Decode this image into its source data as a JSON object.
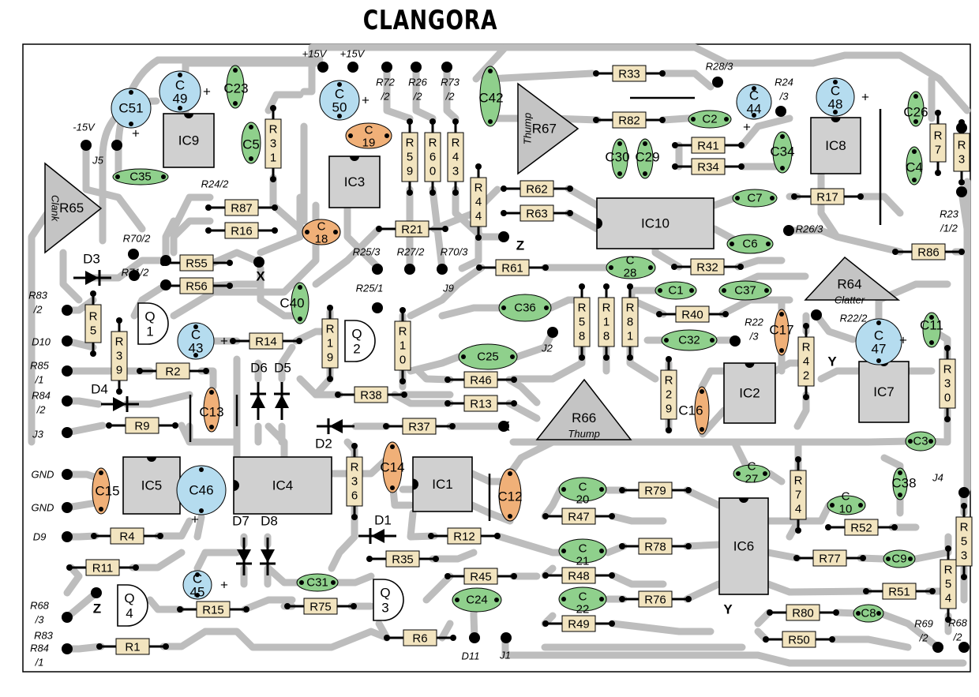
{
  "title": "CLANGORA",
  "colors": {
    "trace": "#bdbdbd",
    "outline": "#000000",
    "resistor_body": "#f2e4bf",
    "ceramic_cap": "#8fd08c",
    "tantalum_cap": "#f0b078",
    "electrolytic_cap": "#b5dcef",
    "ic_body": "#d0d0d0",
    "trimmer": "#c4c4c4"
  },
  "resistors": [
    {
      "name": "R1",
      "label": "R1",
      "orient": "h"
    },
    {
      "name": "R2",
      "label": "R2",
      "orient": "h"
    },
    {
      "name": "R3",
      "label": "R3",
      "orient": "v"
    },
    {
      "name": "R4",
      "label": "R4",
      "orient": "h"
    },
    {
      "name": "R5",
      "label": "R5",
      "orient": "v"
    },
    {
      "name": "R6",
      "label": "R6",
      "orient": "h"
    },
    {
      "name": "R7",
      "label": "R7",
      "orient": "v"
    },
    {
      "name": "R9",
      "label": "R9",
      "orient": "h"
    },
    {
      "name": "R10",
      "label": "R10",
      "orient": "v"
    },
    {
      "name": "R11",
      "label": "R11",
      "orient": "h"
    },
    {
      "name": "R12",
      "label": "R12",
      "orient": "h"
    },
    {
      "name": "R13",
      "label": "R13",
      "orient": "h"
    },
    {
      "name": "R14",
      "label": "R14",
      "orient": "h"
    },
    {
      "name": "R15",
      "label": "R15",
      "orient": "h"
    },
    {
      "name": "R16",
      "label": "R16",
      "orient": "h"
    },
    {
      "name": "R17",
      "label": "R17",
      "orient": "h"
    },
    {
      "name": "R18",
      "label": "R18",
      "orient": "v"
    },
    {
      "name": "R19",
      "label": "R19",
      "orient": "v"
    },
    {
      "name": "R21",
      "label": "R21",
      "orient": "h"
    },
    {
      "name": "R29",
      "label": "R29",
      "orient": "v"
    },
    {
      "name": "R30",
      "label": "R30",
      "orient": "v"
    },
    {
      "name": "R31",
      "label": "R31",
      "orient": "v"
    },
    {
      "name": "R32",
      "label": "R32",
      "orient": "h"
    },
    {
      "name": "R33",
      "label": "R33",
      "orient": "h"
    },
    {
      "name": "R34",
      "label": "R34",
      "orient": "h"
    },
    {
      "name": "R35",
      "label": "R35",
      "orient": "h"
    },
    {
      "name": "R36",
      "label": "R36",
      "orient": "v"
    },
    {
      "name": "R37",
      "label": "R37",
      "orient": "h"
    },
    {
      "name": "R38",
      "label": "R38",
      "orient": "h"
    },
    {
      "name": "R39",
      "label": "R39",
      "orient": "v"
    },
    {
      "name": "R40",
      "label": "R40",
      "orient": "h"
    },
    {
      "name": "R41",
      "label": "R41",
      "orient": "h"
    },
    {
      "name": "R42",
      "label": "R42",
      "orient": "v"
    },
    {
      "name": "R43",
      "label": "R43",
      "orient": "v"
    },
    {
      "name": "R44",
      "label": "R44",
      "orient": "v"
    },
    {
      "name": "R45",
      "label": "R45",
      "orient": "h"
    },
    {
      "name": "R46",
      "label": "R46",
      "orient": "h"
    },
    {
      "name": "R47",
      "label": "R47",
      "orient": "h"
    },
    {
      "name": "R48",
      "label": "R48",
      "orient": "h"
    },
    {
      "name": "R49",
      "label": "R49",
      "orient": "h"
    },
    {
      "name": "R50",
      "label": "R50",
      "orient": "h"
    },
    {
      "name": "R51",
      "label": "R51",
      "orient": "h"
    },
    {
      "name": "R52",
      "label": "R52",
      "orient": "h"
    },
    {
      "name": "R53",
      "label": "R53",
      "orient": "v"
    },
    {
      "name": "R54",
      "label": "R54",
      "orient": "v"
    },
    {
      "name": "R55",
      "label": "R55",
      "orient": "h"
    },
    {
      "name": "R56",
      "label": "R56",
      "orient": "h"
    },
    {
      "name": "R58",
      "label": "R58",
      "orient": "v"
    },
    {
      "name": "R59",
      "label": "R59",
      "orient": "v"
    },
    {
      "name": "R60",
      "label": "R60",
      "orient": "v"
    },
    {
      "name": "R61",
      "label": "R61",
      "orient": "h"
    },
    {
      "name": "R62",
      "label": "R62",
      "orient": "h"
    },
    {
      "name": "R63",
      "label": "R63",
      "orient": "h"
    },
    {
      "name": "R74",
      "label": "R74",
      "orient": "v"
    },
    {
      "name": "R75",
      "label": "R75",
      "orient": "h"
    },
    {
      "name": "R76",
      "label": "R76",
      "orient": "h"
    },
    {
      "name": "R77",
      "label": "R77",
      "orient": "h"
    },
    {
      "name": "R78",
      "label": "R78",
      "orient": "h"
    },
    {
      "name": "R79",
      "label": "R79",
      "orient": "h"
    },
    {
      "name": "R80",
      "label": "R80",
      "orient": "h"
    },
    {
      "name": "R81",
      "label": "R81",
      "orient": "v"
    },
    {
      "name": "R82",
      "label": "R82",
      "orient": "h"
    },
    {
      "name": "R86",
      "label": "R86",
      "orient": "h"
    },
    {
      "name": "R87",
      "label": "R87",
      "orient": "h"
    }
  ],
  "capacitors": [
    {
      "name": "C1",
      "label": "C1",
      "type": "ceramic",
      "orient": "h"
    },
    {
      "name": "C2",
      "label": "C2",
      "type": "ceramic",
      "orient": "h"
    },
    {
      "name": "C3",
      "label": "C3",
      "type": "ceramic",
      "orient": "h"
    },
    {
      "name": "C4",
      "label": "C4",
      "type": "ceramic",
      "orient": "v"
    },
    {
      "name": "C5",
      "label": "C5",
      "type": "ceramic",
      "orient": "v"
    },
    {
      "name": "C6",
      "label": "C6",
      "type": "ceramic",
      "orient": "h"
    },
    {
      "name": "C7",
      "label": "C7",
      "type": "ceramic",
      "orient": "h"
    },
    {
      "name": "C8",
      "label": "C8",
      "type": "ceramic",
      "orient": "h"
    },
    {
      "name": "C9",
      "label": "C9",
      "type": "ceramic",
      "orient": "h"
    },
    {
      "name": "C10",
      "label": "C 10",
      "type": "ceramic",
      "orient": "h"
    },
    {
      "name": "C11",
      "label": "C11",
      "type": "ceramic",
      "orient": "v"
    },
    {
      "name": "C12",
      "label": "C12",
      "type": "tantalum",
      "orient": "v"
    },
    {
      "name": "C13",
      "label": "C13",
      "type": "tantalum",
      "orient": "v"
    },
    {
      "name": "C14",
      "label": "C14",
      "type": "tantalum",
      "orient": "v"
    },
    {
      "name": "C15",
      "label": "C15",
      "type": "tantalum",
      "orient": "v"
    },
    {
      "name": "C16",
      "label": "C16",
      "type": "tantalum",
      "orient": "v"
    },
    {
      "name": "C17",
      "label": "C17",
      "type": "tantalum",
      "orient": "v"
    },
    {
      "name": "C18",
      "label": "C 18",
      "type": "tantalum",
      "orient": "h"
    },
    {
      "name": "C19",
      "label": "C 19",
      "type": "tantalum",
      "orient": "h"
    },
    {
      "name": "C20",
      "label": "C 20",
      "type": "ceramic",
      "orient": "h"
    },
    {
      "name": "C21",
      "label": "C 21",
      "type": "ceramic",
      "orient": "h"
    },
    {
      "name": "C22",
      "label": "C 22",
      "type": "ceramic",
      "orient": "h"
    },
    {
      "name": "C23",
      "label": "C23",
      "type": "ceramic",
      "orient": "v"
    },
    {
      "name": "C24",
      "label": "C24",
      "type": "ceramic",
      "orient": "h"
    },
    {
      "name": "C25",
      "label": "C25",
      "type": "ceramic",
      "orient": "h"
    },
    {
      "name": "C26",
      "label": "C26",
      "type": "ceramic",
      "orient": "v"
    },
    {
      "name": "C27",
      "label": "C 27",
      "type": "ceramic",
      "orient": "h"
    },
    {
      "name": "C28",
      "label": "C 28",
      "type": "ceramic",
      "orient": "h"
    },
    {
      "name": "C29",
      "label": "C29",
      "type": "ceramic",
      "orient": "v"
    },
    {
      "name": "C30",
      "label": "C30",
      "type": "ceramic",
      "orient": "v"
    },
    {
      "name": "C31",
      "label": "C31",
      "type": "ceramic",
      "orient": "h"
    },
    {
      "name": "C32",
      "label": "C32",
      "type": "ceramic",
      "orient": "h"
    },
    {
      "name": "C34",
      "label": "C34",
      "type": "ceramic",
      "orient": "v"
    },
    {
      "name": "C35",
      "label": "C35",
      "type": "ceramic",
      "orient": "h"
    },
    {
      "name": "C36",
      "label": "C36",
      "type": "ceramic",
      "orient": "h"
    },
    {
      "name": "C37",
      "label": "C37",
      "type": "ceramic",
      "orient": "h"
    },
    {
      "name": "C38",
      "label": "C38",
      "type": "ceramic",
      "orient": "v"
    },
    {
      "name": "C40",
      "label": "C40",
      "type": "ceramic",
      "orient": "v"
    },
    {
      "name": "C42",
      "label": "C42",
      "type": "ceramic",
      "orient": "v"
    }
  ],
  "electrolytics": [
    {
      "name": "C43",
      "label": "C 43"
    },
    {
      "name": "C44",
      "label": "C 44"
    },
    {
      "name": "C45",
      "label": "C 45"
    },
    {
      "name": "C46",
      "label": "C46"
    },
    {
      "name": "C47",
      "label": "C 47"
    },
    {
      "name": "C48",
      "label": "C 48"
    },
    {
      "name": "C49",
      "label": "C 49"
    },
    {
      "name": "C50",
      "label": "C 50"
    },
    {
      "name": "C51",
      "label": "C51"
    }
  ],
  "ics": [
    {
      "name": "IC1",
      "label": "IC1"
    },
    {
      "name": "IC2",
      "label": "IC2"
    },
    {
      "name": "IC3",
      "label": "IC3"
    },
    {
      "name": "IC4",
      "label": "IC4"
    },
    {
      "name": "IC5",
      "label": "IC5"
    },
    {
      "name": "IC6",
      "label": "IC6"
    },
    {
      "name": "IC7",
      "label": "IC7"
    },
    {
      "name": "IC8",
      "label": "IC8"
    },
    {
      "name": "IC9",
      "label": "IC9"
    },
    {
      "name": "IC10",
      "label": "IC10"
    }
  ],
  "transistors": [
    {
      "name": "Q1",
      "label": "Q 1"
    },
    {
      "name": "Q2",
      "label": "Q 2"
    },
    {
      "name": "Q3",
      "label": "Q 3"
    },
    {
      "name": "Q4",
      "label": "Q 4"
    }
  ],
  "diodes": [
    "D1",
    "D2",
    "D3",
    "D4",
    "D5",
    "D6",
    "D7",
    "D8"
  ],
  "trimmers": [
    {
      "name": "R64",
      "label": "R64",
      "sub": "Clatter"
    },
    {
      "name": "R65",
      "label": "R65",
      "sub": "Clank"
    },
    {
      "name": "R66",
      "label": "R66",
      "sub": "Thump"
    },
    {
      "name": "R67",
      "label": "R67",
      "sub": "Thump"
    }
  ],
  "pad_labels": [
    "+15V",
    "+15V",
    "-15V",
    "J5",
    "J1",
    "J2",
    "J3",
    "J4",
    "J9",
    "D9",
    "D10",
    "D11",
    "GND",
    "GND",
    "R22/2",
    "R22 /3",
    "R23 /1/2",
    "R24/2",
    "R24 /3",
    "R25/1",
    "R25/3",
    "R26 /2",
    "R26/3",
    "R27/2",
    "R28/3",
    "R68 /3",
    "R68 /2",
    "R69 /2",
    "R70/2",
    "R70/3",
    "R71/2",
    "R72 /2",
    "R73 /2",
    "R83 /2",
    "R83",
    "R84 /1",
    "R84 /2",
    "R85 /1",
    "X",
    "X",
    "Y",
    "Y",
    "Z",
    "Z"
  ]
}
